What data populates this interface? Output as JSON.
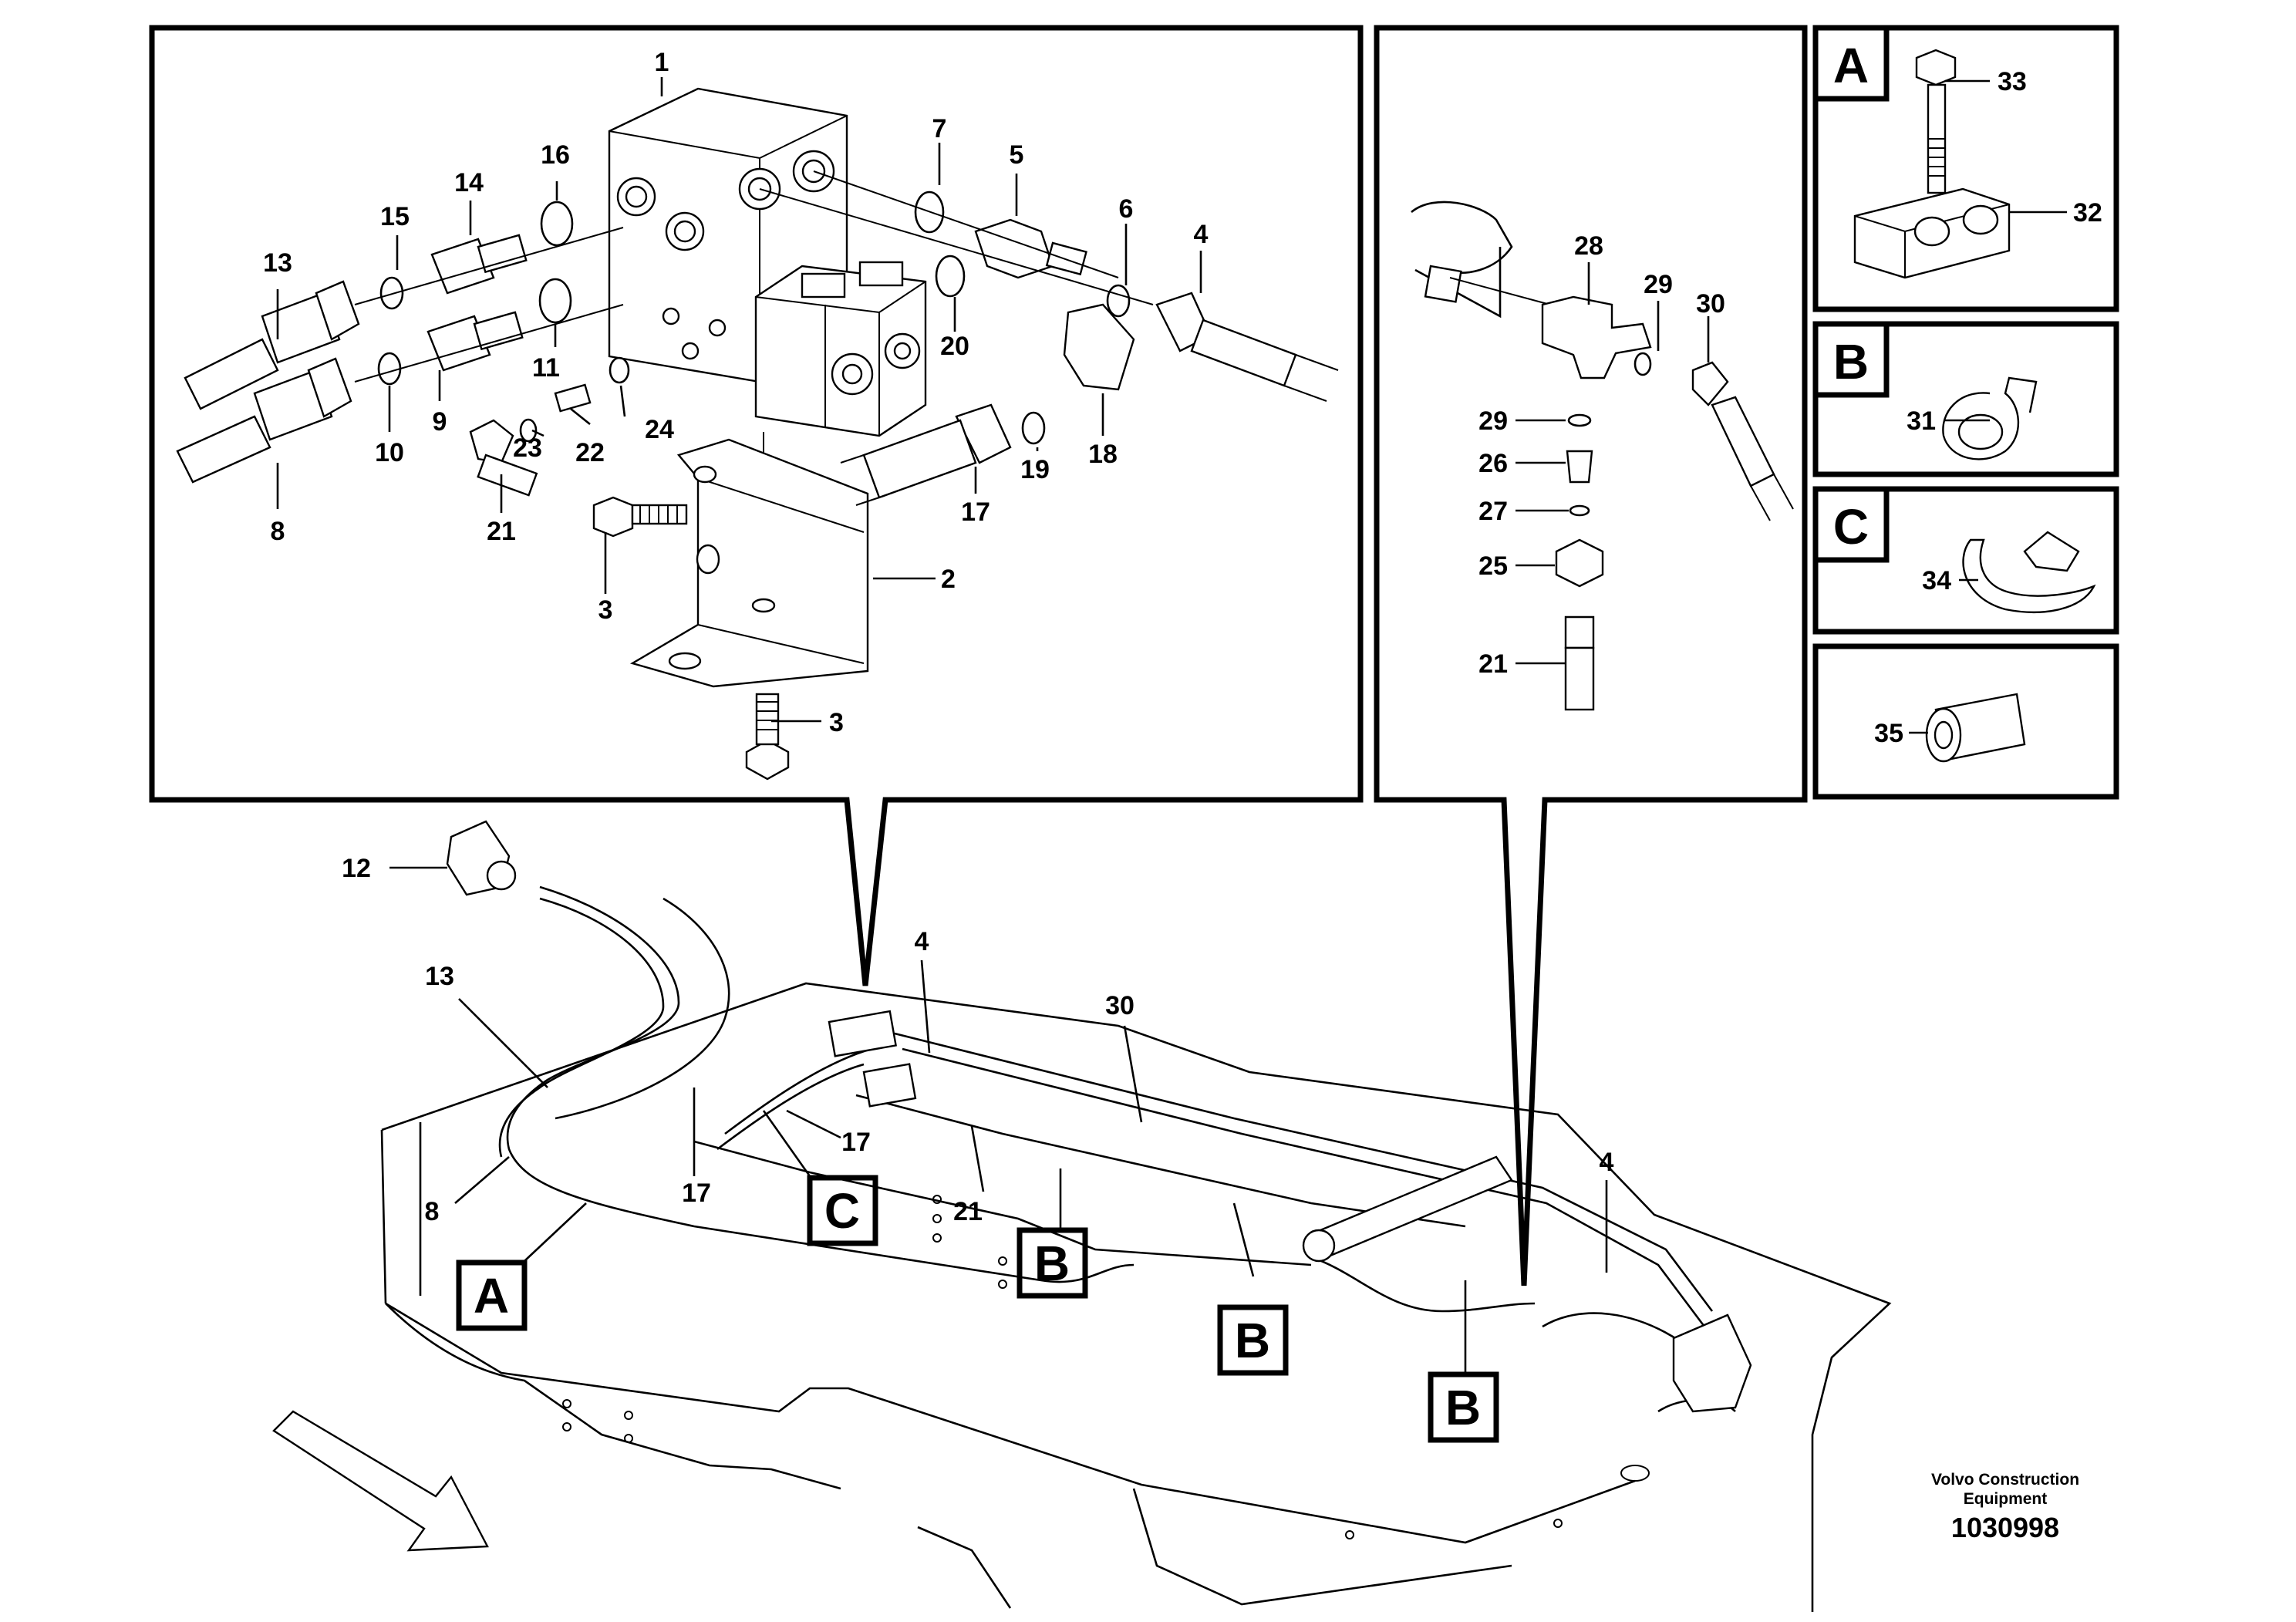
{
  "detail_main": {
    "labels": [
      "1",
      "2",
      "3",
      "3",
      "4",
      "5",
      "6",
      "7",
      "8",
      "9",
      "10",
      "11",
      "13",
      "14",
      "15",
      "16",
      "17",
      "18",
      "19",
      "20",
      "21",
      "22",
      "23",
      "24"
    ]
  },
  "detail_tee": {
    "labels": [
      "28",
      "29",
      "30",
      "29",
      "26",
      "27",
      "25",
      "21"
    ]
  },
  "detail_a": {
    "letter": "A",
    "labels": [
      "33",
      "32"
    ]
  },
  "detail_b": {
    "letter": "B",
    "labels": [
      "31"
    ]
  },
  "detail_c": {
    "letter": "C",
    "labels": [
      "34"
    ]
  },
  "detail_d": {
    "labels": [
      "35"
    ]
  },
  "overview": {
    "labels": [
      "12",
      "13",
      "4",
      "30",
      "4",
      "8",
      "17",
      "17",
      "21"
    ],
    "callout_boxes": [
      "A",
      "C",
      "B",
      "B",
      "B"
    ]
  },
  "footer": {
    "company_line1": "Volvo Construction",
    "company_line2": "Equipment",
    "figure_number": "1030998"
  }
}
